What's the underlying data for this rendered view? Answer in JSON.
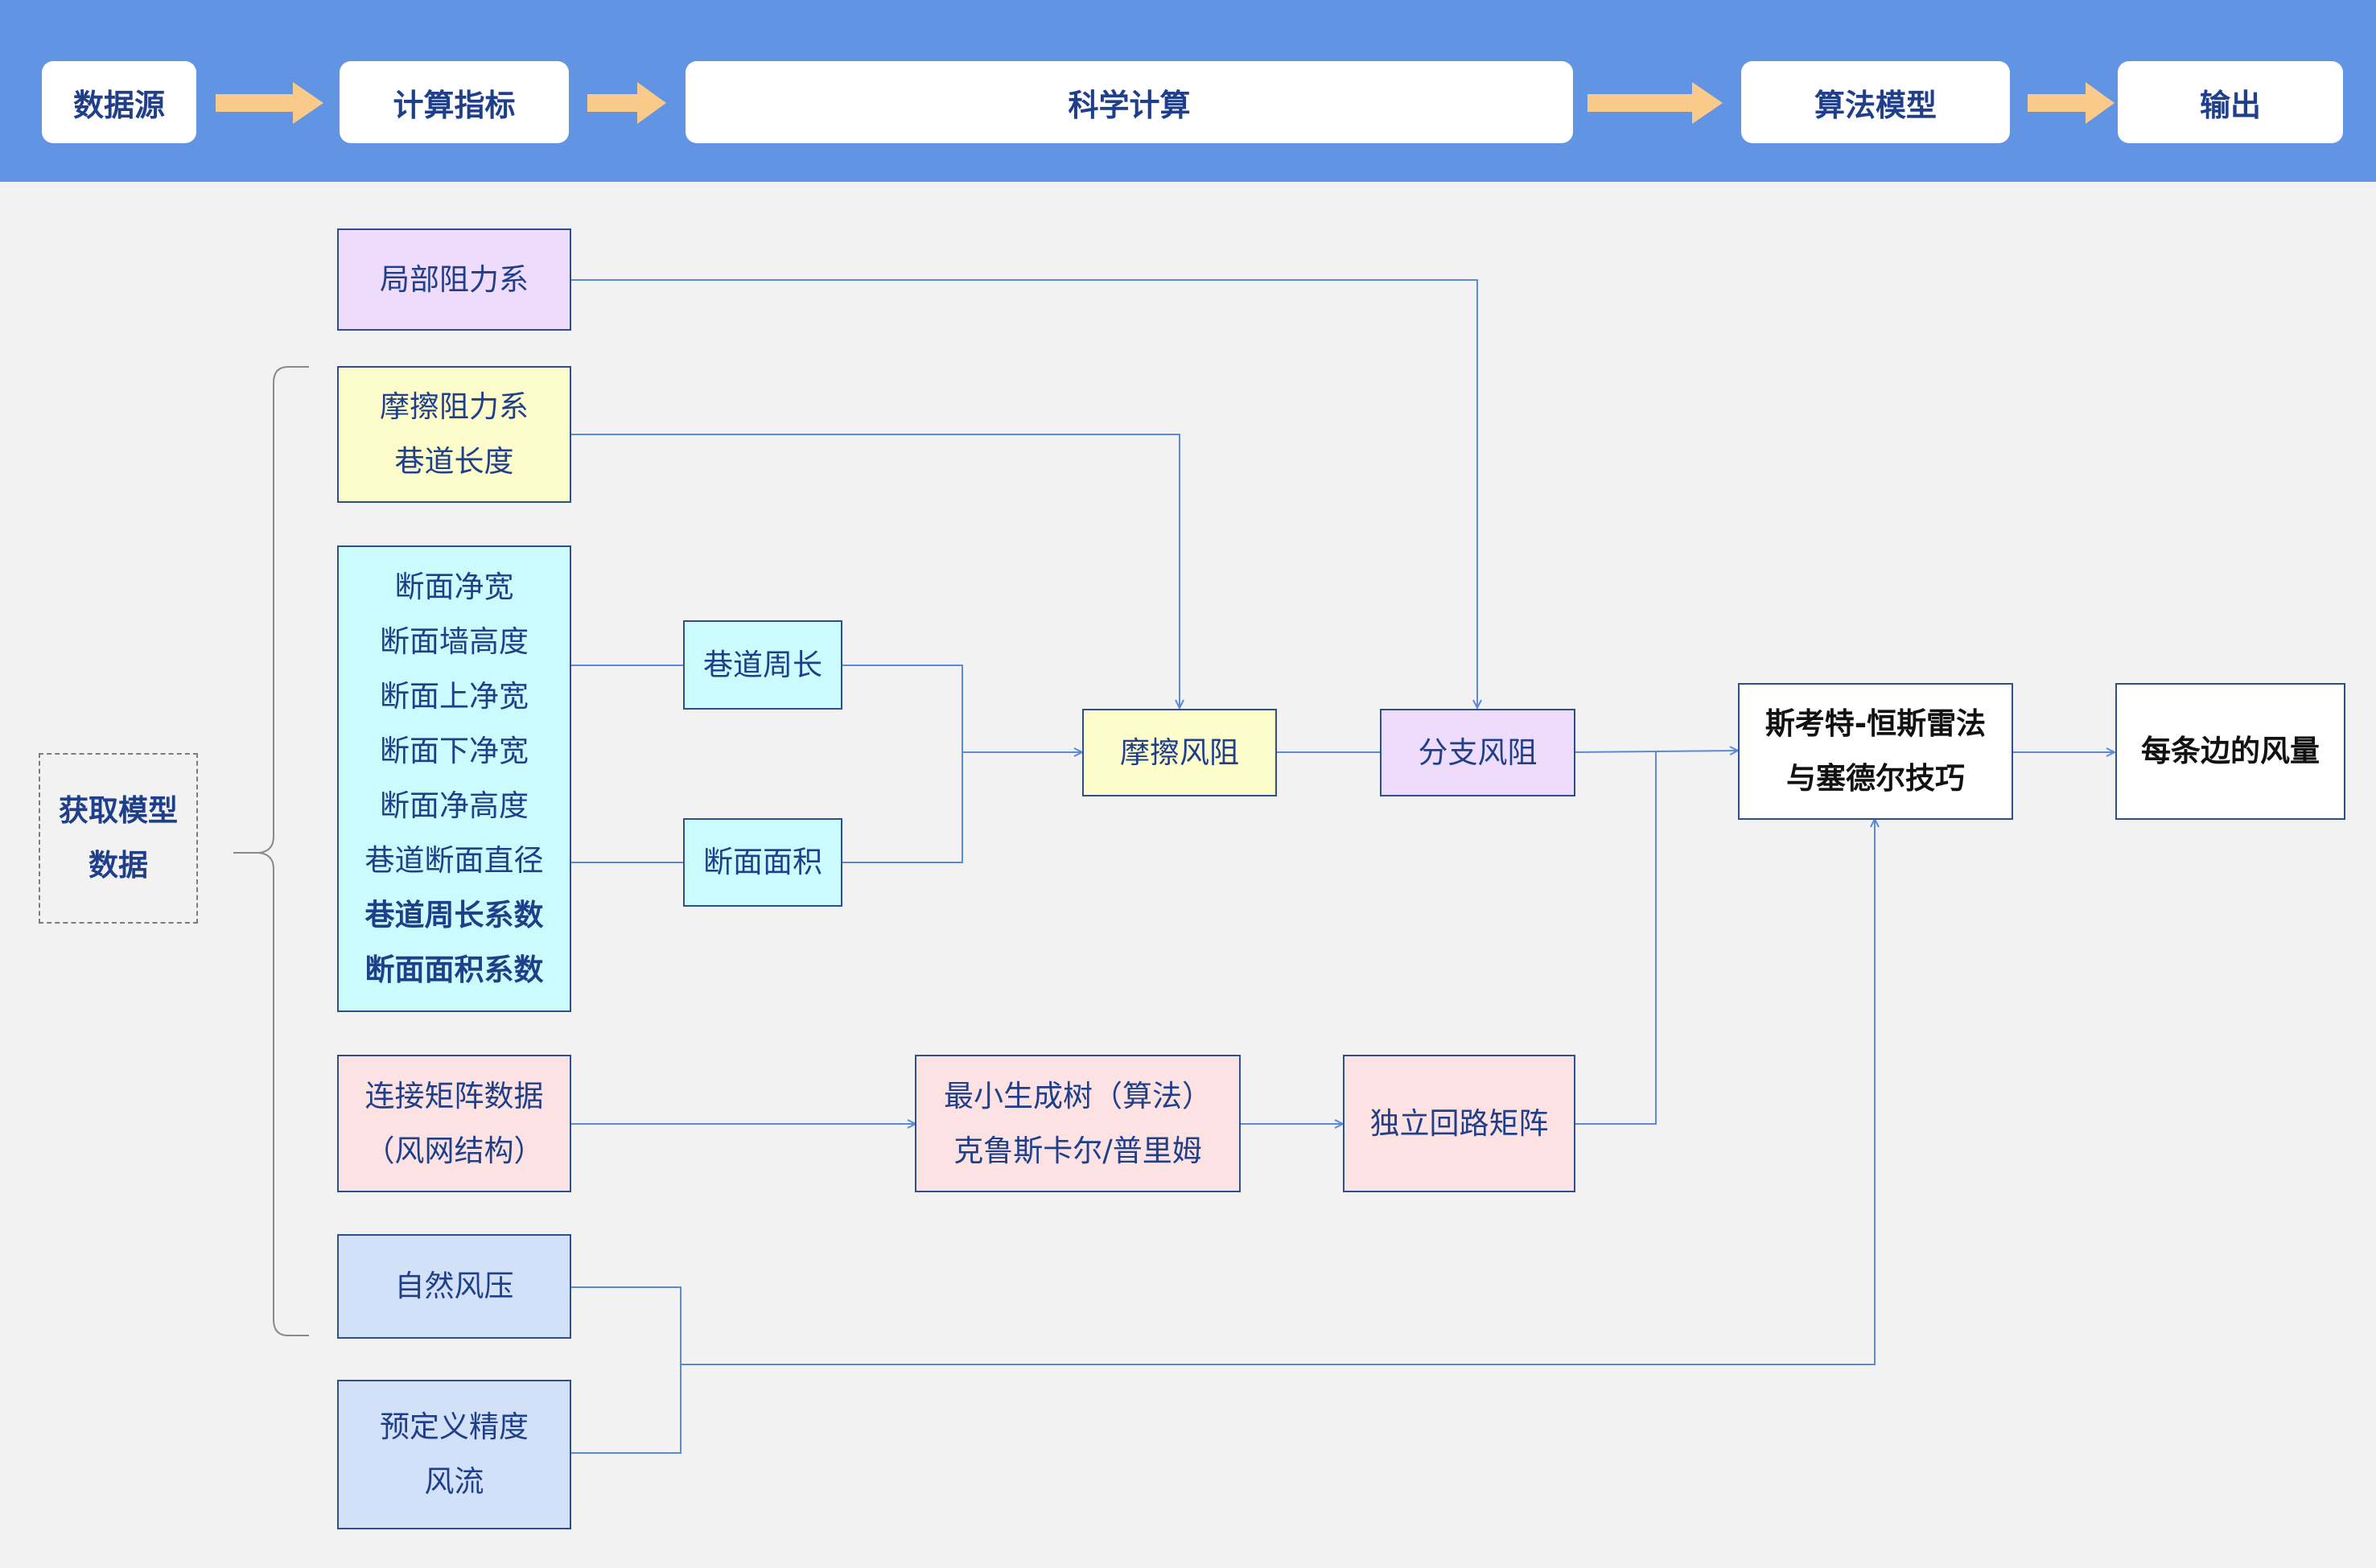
{
  "header": {
    "stages": [
      "数据源",
      "计算指标",
      "科学计算",
      "算法模型",
      "输出"
    ],
    "band_color": "#6195e4",
    "arrow_color": "#f9ca8a"
  },
  "left_label": {
    "lines": [
      "获取模型",
      "数据"
    ]
  },
  "inputs": {
    "local_resistance": [
      "局部阻力系"
    ],
    "friction": [
      "摩擦阻力系",
      "巷道长度"
    ],
    "section": [
      "断面净宽",
      "断面墙高度",
      "断面上净宽",
      "断面下净宽",
      "断面净高度",
      "巷道断面直径",
      "巷道周长系数",
      "断面面积系数"
    ],
    "connection": [
      "连接矩阵数据",
      "（风网结构）"
    ],
    "natural_pressure": [
      "自然风压"
    ],
    "precision": [
      "预定义精度",
      "风流"
    ]
  },
  "intermediate": {
    "perimeter": "巷道周长",
    "area": "断面面积",
    "friction_resistance": "摩擦风阻",
    "branch_resistance": "分支风阻",
    "mst": [
      "最小生成树（算法）",
      "克鲁斯卡尔/普里姆"
    ],
    "loop_matrix": "独立回路矩阵"
  },
  "algorithm": [
    "斯考特-恒斯雷法",
    "与塞德尔技巧"
  ],
  "output": "每条边的风量",
  "colors": {
    "purple": "#efdbfb",
    "yellow": "#fdfdcc",
    "cyan": "#ccfbfd",
    "pink": "#fde2e3",
    "blue": "#d2e0f8",
    "border": "#2e4f8e",
    "connector": "#5b8ad8",
    "text": "#1f3f8a"
  }
}
